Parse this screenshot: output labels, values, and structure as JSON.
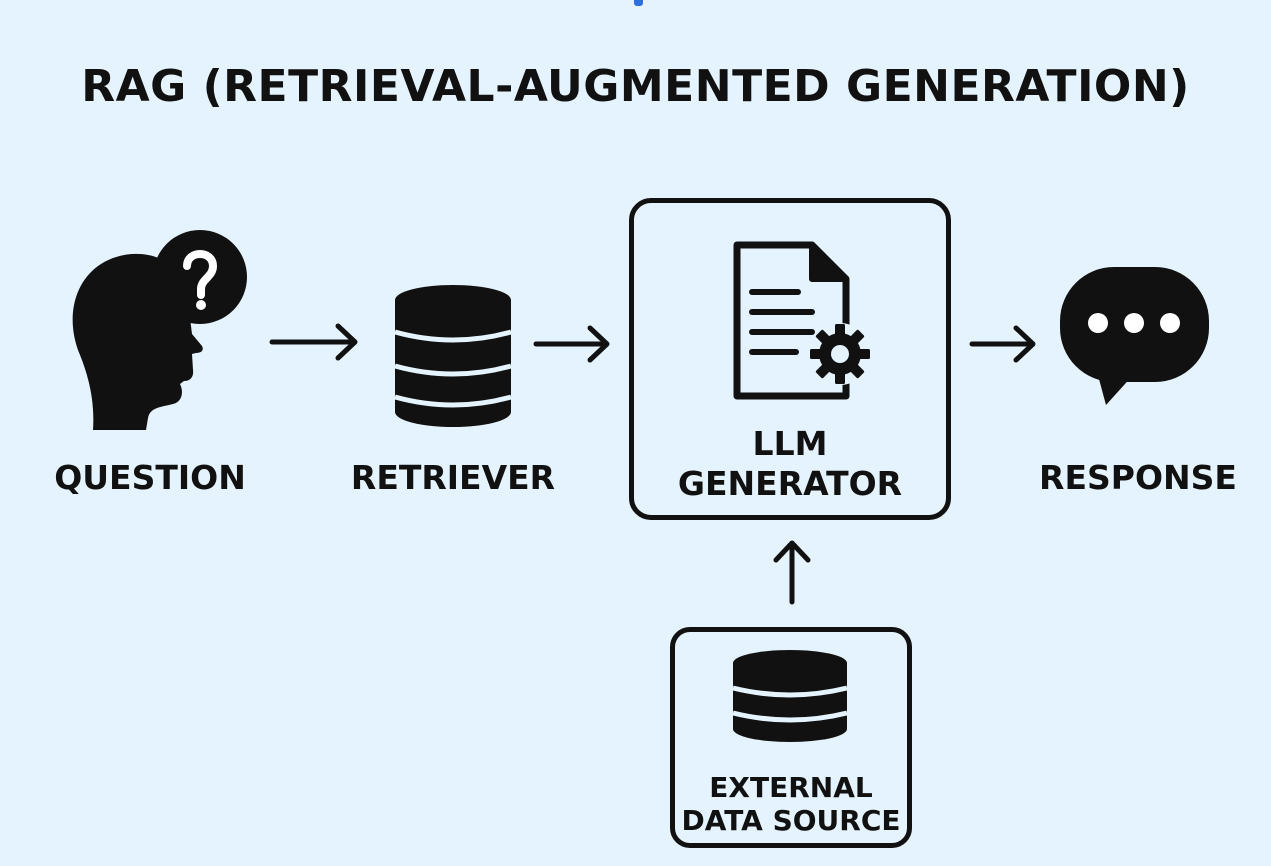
{
  "title": "RAG (RETRIEVAL-AUGMENTED GENERATION)",
  "nodes": {
    "question": {
      "label": "QUESTION",
      "icon": "head-question-icon"
    },
    "retriever": {
      "label": "RETRIEVER",
      "icon": "database-icon"
    },
    "llm_generator": {
      "line1": "LLM",
      "line2": "GENERATOR",
      "icon": "document-gear-icon"
    },
    "response": {
      "label": "RESPONSE",
      "icon": "chat-bubble-icon"
    },
    "external_data_source": {
      "line1": "EXTERNAL",
      "line2": "DATA SOURCE",
      "icon": "database-icon"
    }
  },
  "edges": [
    {
      "from": "question",
      "to": "retriever"
    },
    {
      "from": "retriever",
      "to": "llm_generator"
    },
    {
      "from": "llm_generator",
      "to": "response"
    },
    {
      "from": "external_data_source",
      "to": "llm_generator"
    }
  ],
  "colors": {
    "background": "#e4f3fd",
    "ink": "#111111",
    "accent": "#2d6fe0"
  }
}
